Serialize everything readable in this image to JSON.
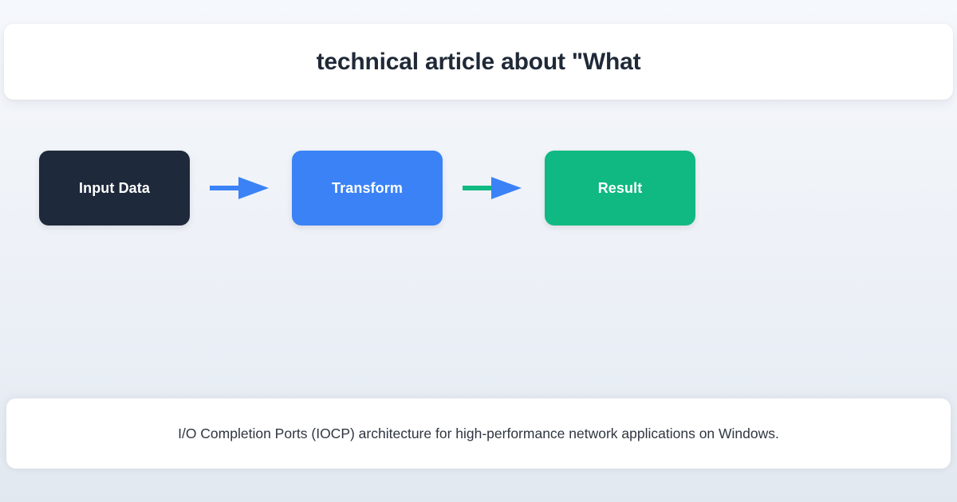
{
  "header": {
    "title": "technical article about \"What"
  },
  "diagram": {
    "nodes": [
      {
        "label": "Input Data",
        "color": "#1e293b",
        "text_color": "#ffffff"
      },
      {
        "label": "Transform",
        "color": "#3b82f6",
        "text_color": "#ffffff"
      },
      {
        "label": "Result",
        "color": "#10b981",
        "text_color": "#ffffff"
      }
    ],
    "arrows": [
      {
        "shaft_color": "#3b82f6",
        "head_color": "#3b82f6"
      },
      {
        "shaft_color": "#10b981",
        "head_color": "#3b82f6"
      }
    ]
  },
  "footer": {
    "caption": "I/O Completion Ports (IOCP) architecture for high-performance network applications on Windows."
  },
  "theme": {
    "background_top": "#f5f8fc",
    "background_bottom": "#e2e8f0",
    "card_background": "#ffffff",
    "title_color": "#1f2937",
    "caption_color": "#2f3640",
    "accent_blue": "#3b82f6",
    "accent_green": "#10b981",
    "accent_navy": "#1e293b"
  }
}
